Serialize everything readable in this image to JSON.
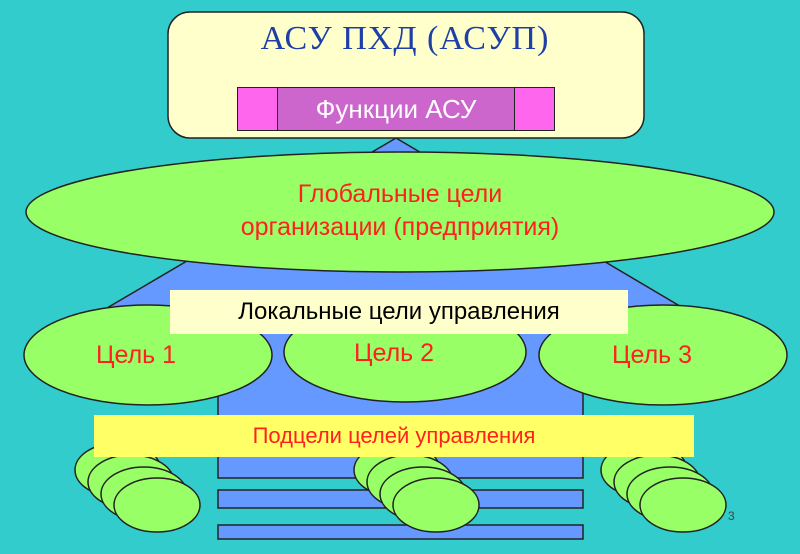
{
  "header": {
    "title": "АСУ ПХД (АСУП)",
    "functions_label": "Функции АСУ"
  },
  "global_goals": {
    "line1": "Глобальные  цели",
    "line2": "организации (предприятия)"
  },
  "local_goals": {
    "label": "Локальные цели управления",
    "goals": [
      "Цель 1",
      "Цель 2",
      "Цель 3"
    ]
  },
  "subgoals": {
    "label": "Подцели целей управления"
  },
  "page_number": "3",
  "colors": {
    "background": "#33CCCC",
    "title_box": "#FFFFCC",
    "house": "#6699FF",
    "ellipse_fill": "#99FF66",
    "goal_text": "#FF2020",
    "title_text": "#1F3FA8",
    "functions_box": "#FF80FF",
    "subgoals_box": "#FFFF66"
  }
}
